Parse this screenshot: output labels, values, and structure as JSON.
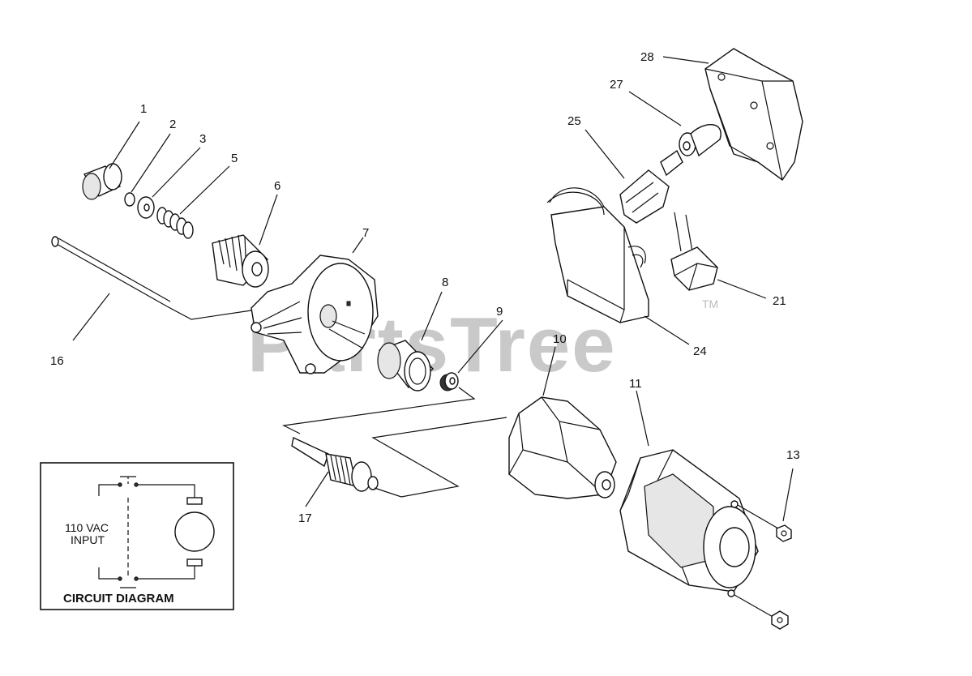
{
  "diagram": {
    "watermark": "PartsTree",
    "trademark": "TM",
    "callouts": [
      {
        "id": "c1",
        "label": "1"
      },
      {
        "id": "c2",
        "label": "2"
      },
      {
        "id": "c3",
        "label": "3"
      },
      {
        "id": "c5",
        "label": "5"
      },
      {
        "id": "c6",
        "label": "6"
      },
      {
        "id": "c7",
        "label": "7"
      },
      {
        "id": "c8",
        "label": "8"
      },
      {
        "id": "c9",
        "label": "9"
      },
      {
        "id": "c10",
        "label": "10"
      },
      {
        "id": "c11",
        "label": "11"
      },
      {
        "id": "c13",
        "label": "13"
      },
      {
        "id": "c16",
        "label": "16"
      },
      {
        "id": "c17",
        "label": "17"
      },
      {
        "id": "c21",
        "label": "21"
      },
      {
        "id": "c24",
        "label": "24"
      },
      {
        "id": "c25",
        "label": "25"
      },
      {
        "id": "c27",
        "label": "27"
      },
      {
        "id": "c28",
        "label": "28"
      }
    ],
    "circuit_diagram": {
      "input_line1": "110 VAC",
      "input_line2": "INPUT",
      "title": "CIRCUIT DIAGRAM"
    }
  }
}
